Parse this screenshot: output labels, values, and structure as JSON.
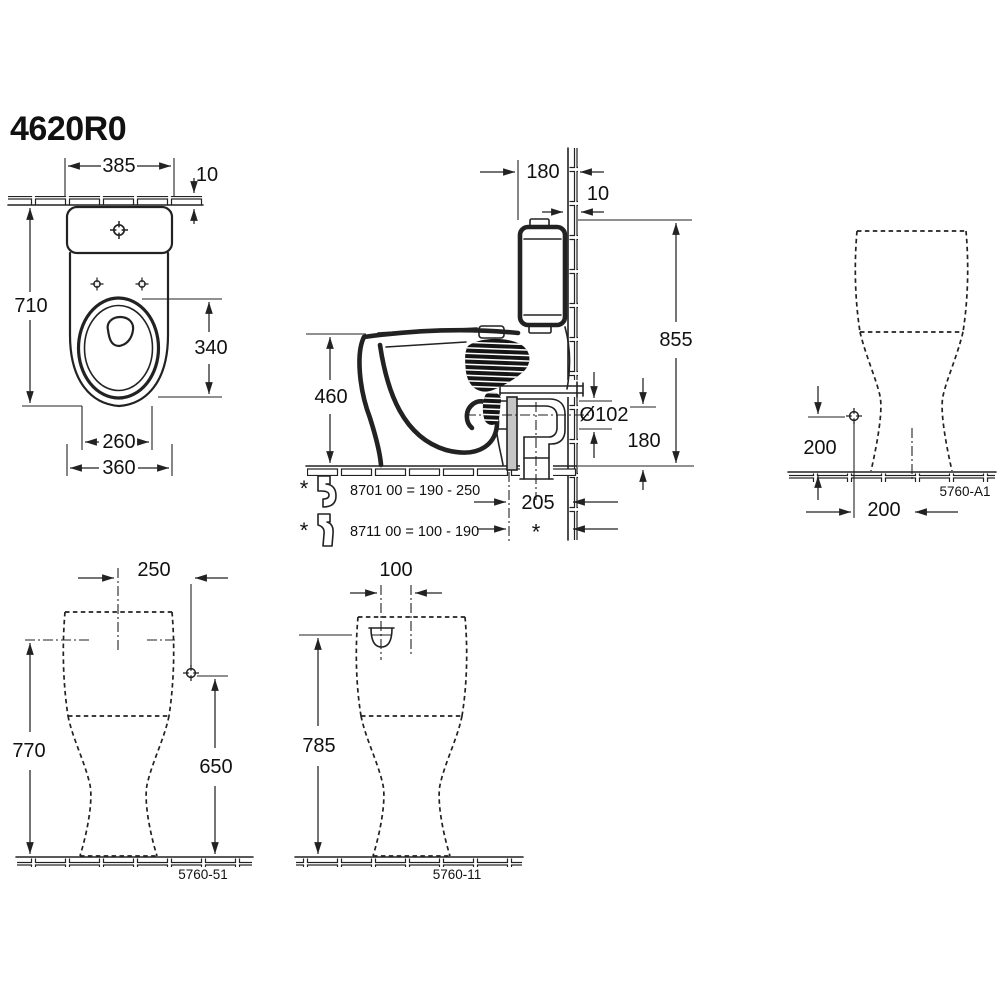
{
  "title": "4620R0",
  "top_view": {
    "tank_width": "385",
    "wall_thickness": "10",
    "total_depth": "710",
    "seat_length": "340",
    "seat_width": "260",
    "body_width": "360"
  },
  "side_view": {
    "cistern_wall_distance": "180",
    "wall_thickness": "10",
    "total_height": "855",
    "rim_height": "460",
    "outlet_diameter": "Ø102",
    "outlet_height": "180",
    "outlet_wall_distance": "205",
    "variable_mark": "*"
  },
  "connector_notes": {
    "note1": {
      "mark": "*",
      "text": "8701 00 = 190 - 250"
    },
    "note2": {
      "mark": "*",
      "text": "8711 00 = 100 - 190"
    }
  },
  "rear_view_a1": {
    "label": "5760-A1",
    "inlet_height": "200",
    "inlet_offset": "200"
  },
  "rear_view_51": {
    "label": "5760-51",
    "inlet_offset": "250",
    "lid_height": "770",
    "inlet_height": "650"
  },
  "rear_view_11": {
    "label": "5760-11",
    "inlet_offset": "100",
    "inlet_height": "785"
  }
}
